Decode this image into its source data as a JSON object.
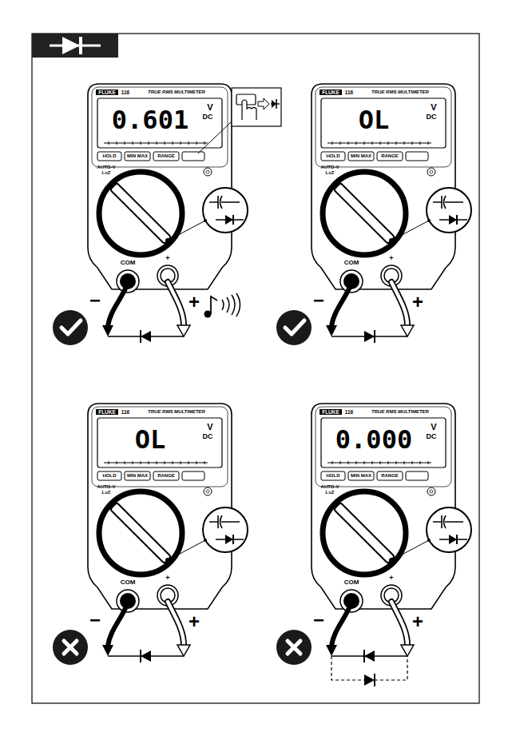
{
  "diagram": {
    "labels": [
      "FLUKE",
      "116",
      "TRUE RMS MULTIMETER",
      "0.601",
      "V",
      "DC",
      "HOLD",
      "MIN MAX",
      "RANGE",
      "AUTO-V",
      "LoZ",
      "COM",
      "+",
      "−",
      "+",
      "FLUKE",
      "116",
      "TRUE RMS MULTIMETER",
      "OL",
      "V",
      "DC",
      "HOLD",
      "MIN MAX",
      "RANGE",
      "AUTO-V",
      "LoZ",
      "COM",
      "+",
      "−",
      "+",
      "FLUKE",
      "116",
      "TRUE RMS MULTIMETER",
      "OL",
      "V",
      "DC",
      "HOLD",
      "MIN MAX",
      "RANGE",
      "AUTO-V",
      "LoZ",
      "COM",
      "+",
      "−",
      "+",
      "FLUKE",
      "116",
      "TRUE RMS MULTIMETER",
      "0.000",
      "V",
      "DC",
      "HOLD",
      "MIN MAX",
      "RANGE",
      "AUTO-V",
      "LoZ",
      "COM",
      "+",
      "−",
      "+"
    ]
  }
}
